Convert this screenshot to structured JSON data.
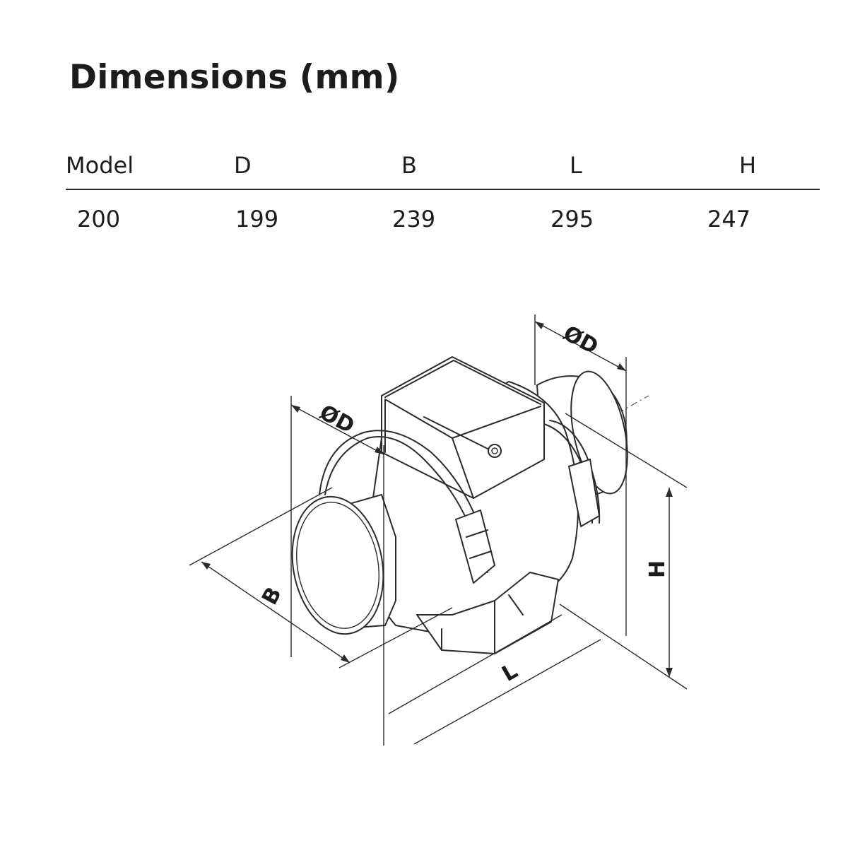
{
  "title": "Dimensions (mm)",
  "table": {
    "headers": [
      "Model",
      "D",
      "B",
      "L",
      "H"
    ],
    "rows": [
      [
        "200",
        "199",
        "239",
        "295",
        "247"
      ]
    ]
  },
  "diagram": {
    "labels": {
      "diameter_top": "ØD",
      "diameter_left": "ØD",
      "width": "B",
      "length": "L",
      "height": "H"
    }
  }
}
